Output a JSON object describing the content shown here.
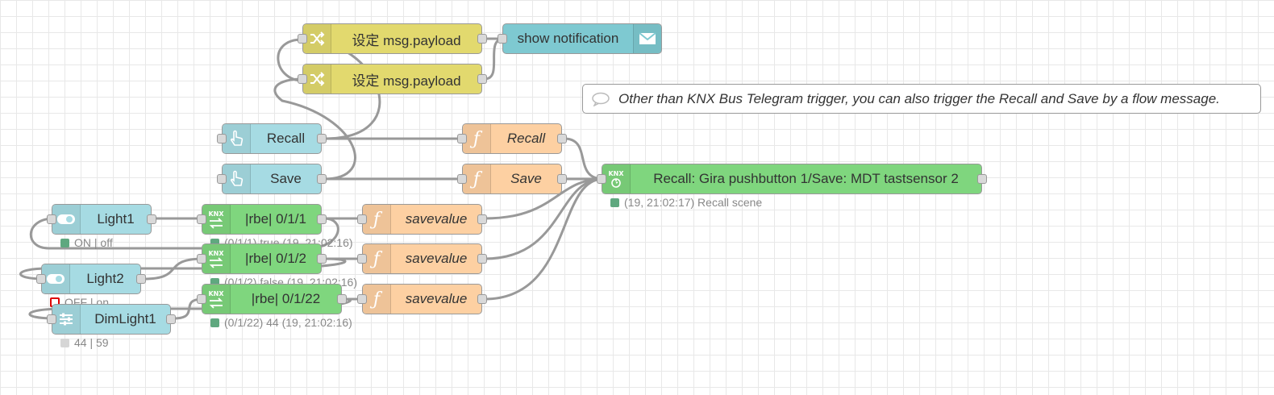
{
  "colors": {
    "change": "#e2d96e",
    "email": "#7ec9d1",
    "inject": "#a6dbe3",
    "function": "#fdd0a2",
    "knx": "#7fd67e",
    "wire": "#999999"
  },
  "nodes": {
    "change1": {
      "label": "设定 msg.payload",
      "icon": "shuffle-icon"
    },
    "change2": {
      "label": "设定 msg.payload",
      "icon": "shuffle-icon"
    },
    "notification": {
      "label": "show notification",
      "icon": "envelope-icon"
    },
    "comment": {
      "text": "Other than KNX Bus Telegram trigger, you can also trigger the Recall and Save by a flow message.",
      "icon": "speech-bubble-icon"
    },
    "inject_recall": {
      "label": "Recall",
      "icon": "hand-pointer-icon"
    },
    "inject_save": {
      "label": "Save",
      "icon": "hand-pointer-icon"
    },
    "func_recall": {
      "label": "Recall",
      "icon": "function-icon"
    },
    "func_save": {
      "label": "Save",
      "icon": "function-icon"
    },
    "knx_scene": {
      "label": "Recall: Gira pushbutton 1/Save: MDT tastsensor 2",
      "status": "(19, 21:02:17) Recall scene",
      "icon": "knx-scene-icon"
    },
    "light1": {
      "label": "Light1",
      "status": "ON | off",
      "icon": "toggle-icon"
    },
    "light2": {
      "label": "Light2",
      "status": "OFF | on",
      "icon": "toggle-icon"
    },
    "dimlight1": {
      "label": "DimLight1",
      "status": "44 | 59",
      "icon": "slider-icon"
    },
    "rbe1": {
      "label": "|rbe| 0/1/1",
      "status": "(0/1/1) true (19, 21:02:16)",
      "icon": "knx-device-icon"
    },
    "rbe2": {
      "label": "|rbe| 0/1/2",
      "status": "(0/1/2) false (19, 21:02:16)",
      "icon": "knx-device-icon"
    },
    "rbe3": {
      "label": "|rbe| 0/1/22",
      "status": "(0/1/22) 44 (19, 21:02:16)",
      "icon": "knx-device-icon"
    },
    "save1": {
      "label": "savevalue",
      "icon": "function-icon"
    },
    "save2": {
      "label": "savevalue",
      "icon": "function-icon"
    },
    "save3": {
      "label": "savevalue",
      "icon": "function-icon"
    }
  }
}
